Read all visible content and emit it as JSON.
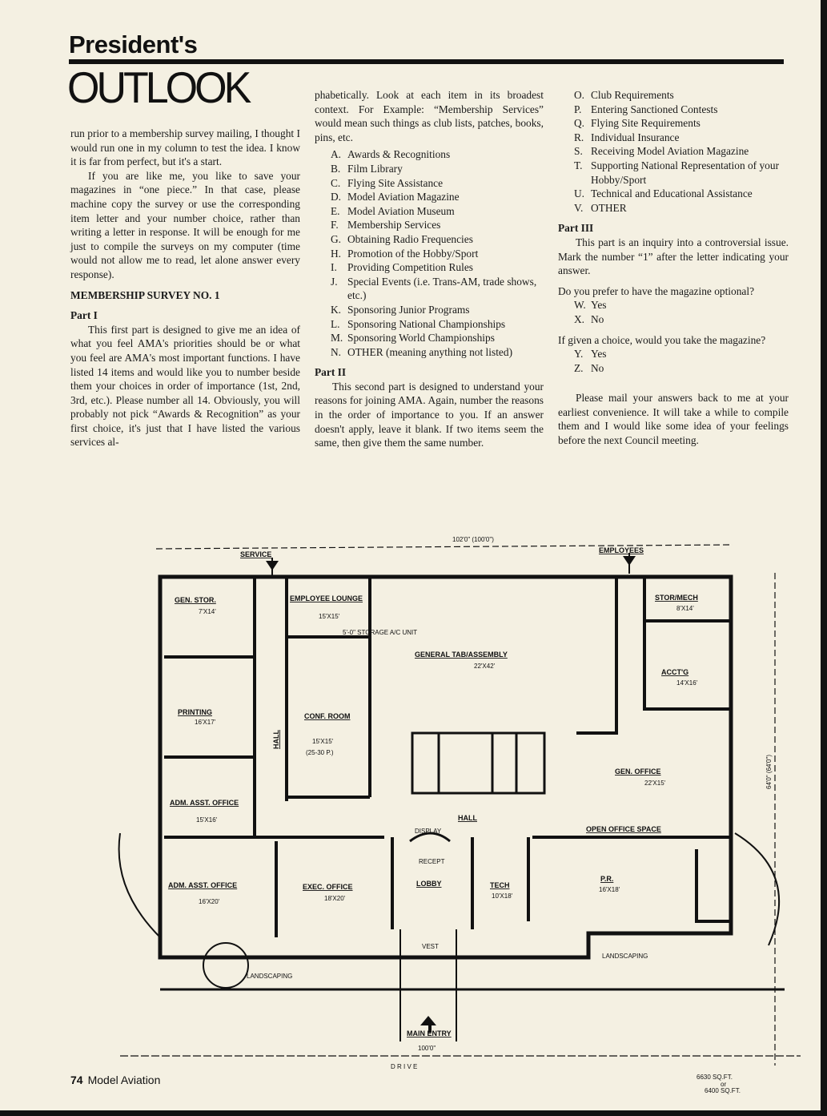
{
  "header": {
    "kicker": "President's",
    "title": "OUTLOOK"
  },
  "col1": {
    "p1": "run prior to a membership survey mailing, I thought I would run one in my column to test the idea. I know it is far from perfect, but it's a start.",
    "p2": "If you are like me, you like to save your magazines in “one piece.” In that case, please machine copy the survey or use the corresponding item letter and your number choice, rather than writing a letter in response. It will be enough for me just to compile the surveys on my computer (time would not allow me to read, let alone answer every response).",
    "survey_title": "MEMBERSHIP SURVEY NO. 1",
    "part1_title": "Part I",
    "p3": "This first part is designed to give me an idea of what you feel AMA's priorities should be or what you feel are AMA's most important functions. I have listed 14 items and would like you to number beside them your choices in order of importance (1st, 2nd, 3rd, etc.). Please number all 14. Obviously, you will probably not pick “Awards & Recognition” as your first choice, it's just that I have listed the various services al-"
  },
  "col2": {
    "p1": "phabetically. Look at each item in its broadest context. For Example: “Membership Services” would mean such things as club lists, patches, books, pins, etc.",
    "items": [
      {
        "k": "A.",
        "t": "Awards & Recognitions"
      },
      {
        "k": "B.",
        "t": "Film Library"
      },
      {
        "k": "C.",
        "t": "Flying Site Assistance"
      },
      {
        "k": "D.",
        "t": "Model Aviation Magazine"
      },
      {
        "k": "E.",
        "t": "Model Aviation Museum"
      },
      {
        "k": "F.",
        "t": "Membership Services"
      },
      {
        "k": "G.",
        "t": "Obtaining Radio Frequencies"
      },
      {
        "k": "H.",
        "t": "Promotion of the Hobby/Sport"
      },
      {
        "k": "I.",
        "t": "Providing Competition Rules"
      },
      {
        "k": "J.",
        "t": "Special Events (i.e. Trans-AM, trade shows, etc.)"
      },
      {
        "k": "K.",
        "t": "Sponsoring Junior Programs"
      },
      {
        "k": "L.",
        "t": "Sponsoring National Championships"
      },
      {
        "k": "M.",
        "t": "Sponsoring World Championships"
      },
      {
        "k": "N.",
        "t": "OTHER (meaning anything not listed)"
      }
    ],
    "part2_title": "Part II",
    "p2": "This second part is designed to understand your reasons for joining AMA. Again, number the reasons in the order of importance to you. If an answer doesn't apply, leave it blank. If two items seem the same, then give them the same number."
  },
  "col3": {
    "items": [
      {
        "k": "O.",
        "t": "Club Requirements"
      },
      {
        "k": "P.",
        "t": "Entering Sanctioned Contests"
      },
      {
        "k": "Q.",
        "t": "Flying Site Requirements"
      },
      {
        "k": "R.",
        "t": "Individual Insurance"
      },
      {
        "k": "S.",
        "t": "Receiving Model Aviation Magazine"
      },
      {
        "k": "T.",
        "t": "Supporting National Representation of your Hobby/Sport"
      },
      {
        "k": "U.",
        "t": "Technical and Educational Assistance"
      },
      {
        "k": "V.",
        "t": "OTHER"
      }
    ],
    "part3_title": "Part III",
    "p1": "This part is an inquiry into a controversial issue. Mark the number “1” after the letter indicating your answer.",
    "q1": "Do you prefer to have the magazine optional?",
    "q1_opts": [
      {
        "k": "W.",
        "t": "Yes"
      },
      {
        "k": "X.",
        "t": "No"
      }
    ],
    "q2": "If given a choice, would you take the magazine?",
    "q2_opts": [
      {
        "k": "Y.",
        "t": "Yes"
      },
      {
        "k": "Z.",
        "t": "No"
      }
    ],
    "p2": "Please mail your answers back to me at your earliest convenience. It will take a while to compile them and I would like some idea of your feelings before the next Council meeting."
  },
  "floorplan": {
    "width_dim": "102'0\" (100'0\")",
    "service": "SERVICE",
    "employees": "EMPLOYEES",
    "gen_stor": "GEN. STOR.",
    "gen_stor_dim": "7'X14'",
    "printing": "PRINTING",
    "printing_dim": "16'X17'",
    "adm_asst_1": "ADM. ASST. OFFICE",
    "adm_asst_1_dim": "15'X16'",
    "adm_asst_2": "ADM. ASST. OFFICE",
    "adm_asst_2_dim": "16'X20'",
    "hall_v": "HALL",
    "emp_lounge": "EMPLOYEE LOUNGE",
    "emp_lounge_dim": "15'X15'",
    "conf": "CONF. ROOM",
    "conf_dim": "15'X15'",
    "conf_cap": "(25-30 P.)",
    "storage": "5'-0\" STORAGE A/C UNIT",
    "general": "GENERAL TAB/ASSEMBLY",
    "general_dim": "22'X42'",
    "stor_mech": "STOR/MECH",
    "stor_mech_dim": "8'X14'",
    "acctg": "ACCT'G",
    "acctg_dim": "14'X16'",
    "gen_office": "GEN. OFFICE",
    "gen_office_dim": "22'X15'",
    "open_office": "OPEN OFFICE SPACE",
    "hall": "HALL",
    "display": "DISPLAY",
    "recept": "RECEPT",
    "exec": "EXEC. OFFICE",
    "exec_dim": "18'X20'",
    "lobby": "LOBBY",
    "vest": "VEST",
    "tech": "TECH",
    "tech_dim": "10'X18'",
    "pr": "P.R.",
    "pr_dim": "16'X18'",
    "landscaping": "LANDSCAPING",
    "main_entry": "MAIN ENTRY",
    "entry_dim": "100'0\"",
    "drive": "D R I V E",
    "depth_dim": "64'0\" (64'0\")",
    "sqft1": "6630 SQ.FT.",
    "sqft_or": "or",
    "sqft2": "6400 SQ.FT."
  },
  "footer": {
    "page": "74",
    "publication": "Model Aviation"
  }
}
